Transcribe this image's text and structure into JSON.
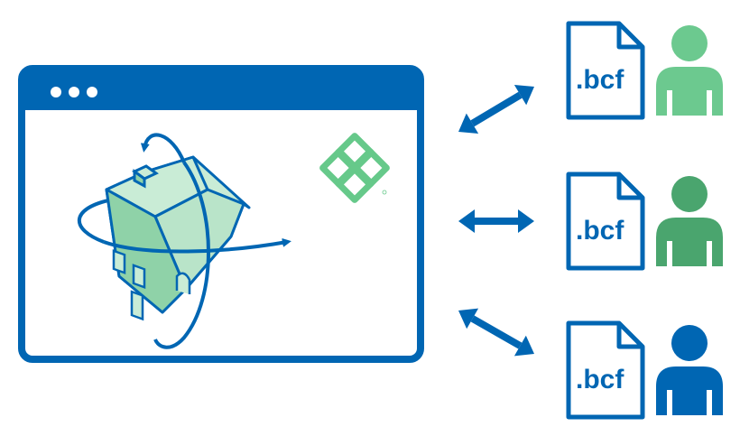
{
  "colors": {
    "brand_blue": "#0066b3",
    "green_light": "#6cc98f",
    "green_mid": "#4aa56e",
    "house_fill": "#a8dcbc",
    "house_face": "#c9ecd6",
    "logo_green": "#66c98a"
  },
  "browser_window": {
    "dots_icon": "three-dots-icon",
    "model_icon": "rotating-building-icon",
    "logo_icon": "buildingsmart-logo-icon"
  },
  "exchanges": [
    {
      "file_label": ".bcf",
      "file_icon": "document-icon",
      "user_icon": "person-icon",
      "user_color": "#6cc98f",
      "arrow_icon": "double-arrow-icon"
    },
    {
      "file_label": ".bcf",
      "file_icon": "document-icon",
      "user_icon": "person-icon",
      "user_color": "#4aa56e",
      "arrow_icon": "double-arrow-icon"
    },
    {
      "file_label": ".bcf",
      "file_icon": "document-icon",
      "user_icon": "person-icon",
      "user_color": "#0066b3",
      "arrow_icon": "double-arrow-icon"
    }
  ]
}
